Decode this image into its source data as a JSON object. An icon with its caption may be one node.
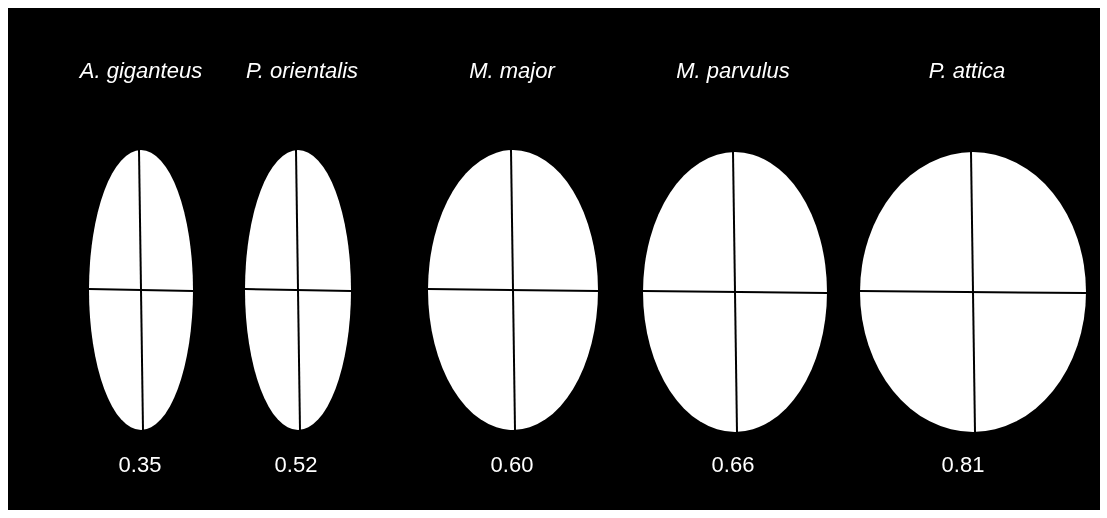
{
  "diagram": {
    "nodes": [
      {
        "text": [
          "A. giganteus"
        ],
        "beside": [
          "0.35"
        ]
      },
      {
        "text": [
          "P. orientalis"
        ],
        "beside": [
          "0.52"
        ]
      },
      {
        "text": [
          "M. major"
        ],
        "beside": [
          "0.60"
        ]
      },
      {
        "text": [
          "M. parvulus"
        ],
        "beside": [
          "0.66"
        ]
      },
      {
        "text": [
          "P. attica"
        ],
        "beside": [
          "0.81"
        ]
      }
    ]
  }
}
